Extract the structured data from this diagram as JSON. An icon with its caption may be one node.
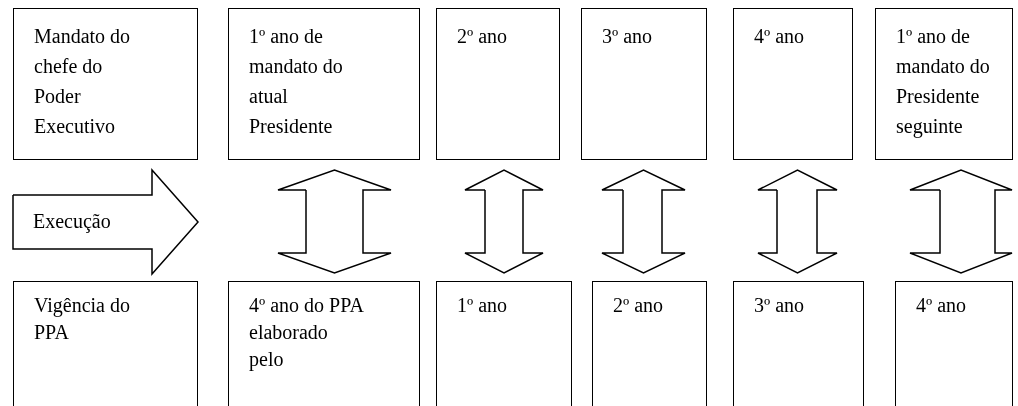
{
  "diagram": {
    "nodes": [
      {
        "text": [
          "Mandato do chefe do Poder Executivo"
        ]
      },
      {
        "text": [
          "1º ano de mandato do atual Presidente"
        ]
      },
      {
        "text": [
          "2º  ano"
        ]
      },
      {
        "text": [
          "3º ano"
        ]
      },
      {
        "text": [
          "4º ano"
        ]
      },
      {
        "text": [
          "1º ano de mandato do Presidente seguinte"
        ]
      },
      {
        "text": [
          "Execução"
        ]
      },
      {
        "text": [
          "Vigência do PPA"
        ]
      },
      {
        "text": [
          "4º ano do PPA elaborado pelo"
        ]
      },
      {
        "text": [
          "1º ano"
        ]
      },
      {
        "text": [
          "2º ano"
        ]
      },
      {
        "text": [
          "3º ano"
        ]
      },
      {
        "text": [
          "4º ano"
        ]
      }
    ],
    "edges": [
      {
        "from": 1,
        "to": 8,
        "arrow": "both"
      },
      {
        "from": 2,
        "to": 9,
        "arrow": "both"
      },
      {
        "from": 3,
        "to": 10,
        "arrow": "both"
      },
      {
        "from": 4,
        "to": 11,
        "arrow": "both"
      },
      {
        "from": 5,
        "to": 12,
        "arrow": "both"
      }
    ]
  }
}
